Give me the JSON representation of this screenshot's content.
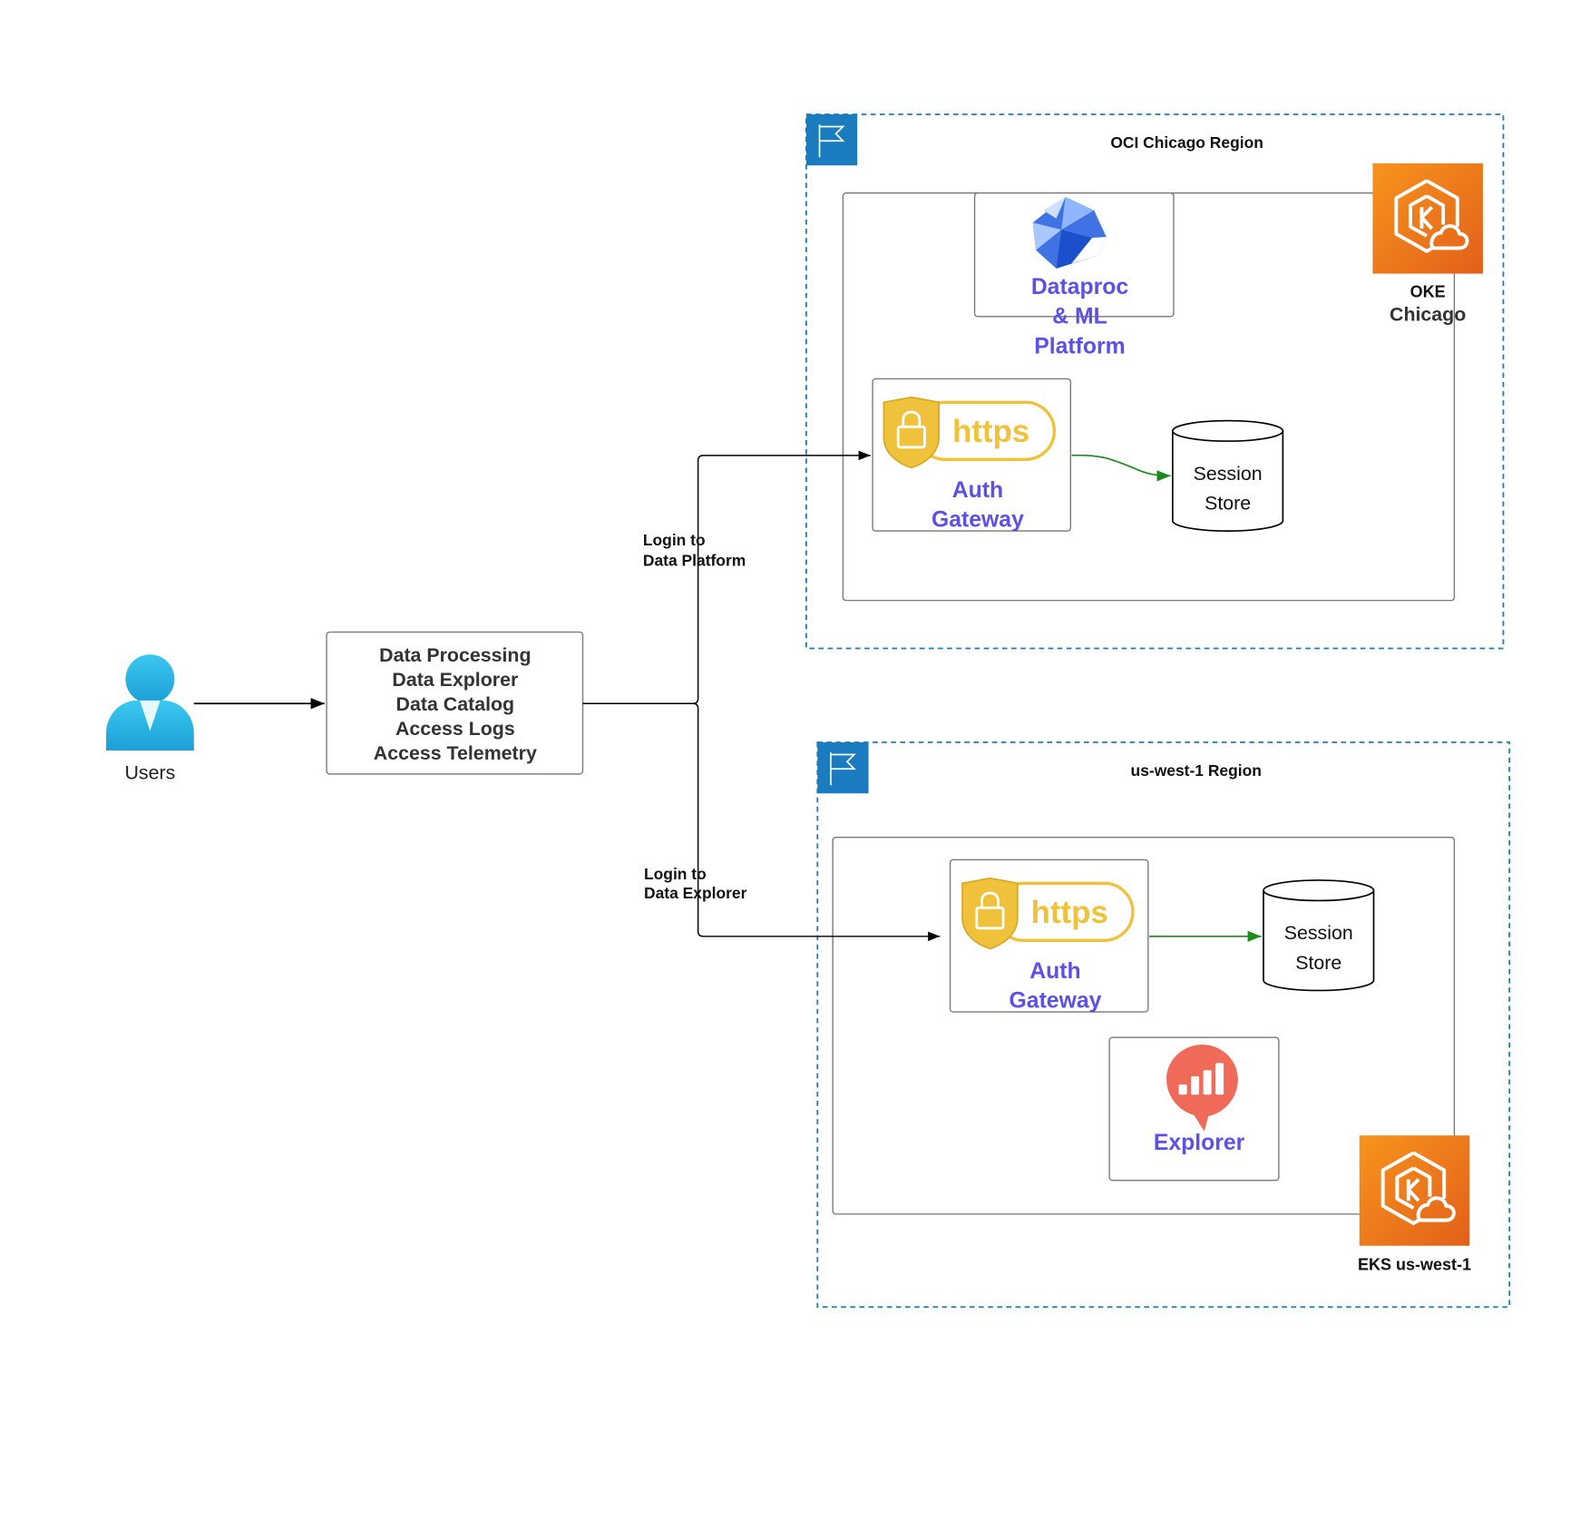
{
  "users": {
    "label": "Users"
  },
  "services_box": {
    "lines": [
      "Data Processing",
      "Data Explorer",
      "Data Catalog",
      "Access Logs",
      "Access Telemetry"
    ]
  },
  "edges": {
    "login_platform": [
      "Login to",
      "Data Platform"
    ],
    "login_explorer": [
      "Login to",
      "Data Explorer"
    ]
  },
  "region_chicago": {
    "title": "OCI Chicago Region",
    "cluster_label": [
      "OKE",
      "Chicago"
    ],
    "dataproc_label": [
      "Dataproc",
      "& ML",
      "Platform"
    ],
    "auth_label": [
      "Auth",
      "Gateway"
    ],
    "https_text": "https",
    "session_store": [
      "Session",
      "Store"
    ]
  },
  "region_uswest": {
    "title": "us-west-1 Region",
    "cluster_label": "EKS us-west-1",
    "auth_label": [
      "Auth",
      "Gateway"
    ],
    "https_text": "https",
    "session_store": [
      "Session",
      "Store"
    ],
    "explorer_label": "Explorer"
  },
  "colors": {
    "service_label": "#5b50e8",
    "region_border": "#1f7bb8",
    "flag_bg": "#1a7bbf",
    "cluster_orange": "#e8711a",
    "https_gold": "#f0c23b",
    "session_edge": "#1a8a1a",
    "users_blue": "#29b6e8",
    "explorer_red": "#f06a5a"
  }
}
